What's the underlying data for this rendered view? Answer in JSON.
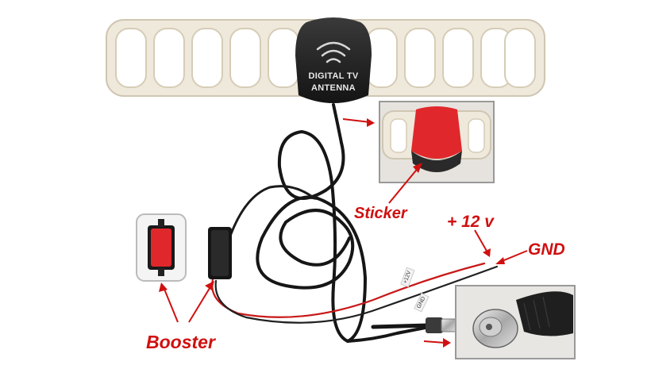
{
  "antenna": {
    "line1": "DIGITAL TV",
    "line2": "ANTENNA"
  },
  "callouts": {
    "sticker": "Sticker",
    "plus12v": "+ 12 v",
    "gnd": "GND",
    "booster": "Booster"
  },
  "wire_tags": {
    "plus12v": "+12V",
    "gnd": "GND"
  },
  "colors": {
    "callout_red": "#d01010",
    "sticker_red": "#e0282c",
    "antenna_body": "#1c1c1c",
    "antenna_element": "#efe9dc"
  }
}
